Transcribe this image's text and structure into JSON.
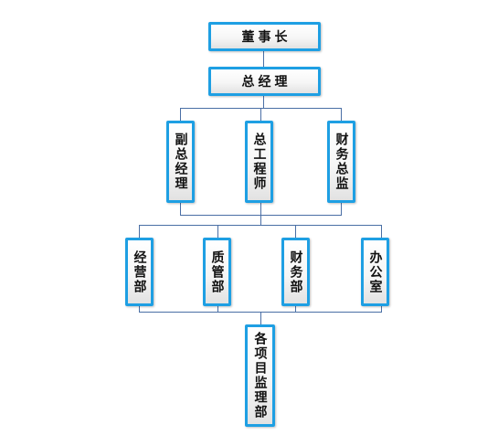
{
  "org_chart": {
    "chairman": "董事长",
    "general_manager": "总经理",
    "vp_level": [
      "副总经理",
      "总工程师",
      "财务总监"
    ],
    "departments": [
      "经营部",
      "质管部",
      "财务部",
      "办公室"
    ],
    "project_dept": "各项目监理部"
  },
  "colors": {
    "box_border": "#1e9fe3",
    "connector": "#4a6fa5"
  }
}
